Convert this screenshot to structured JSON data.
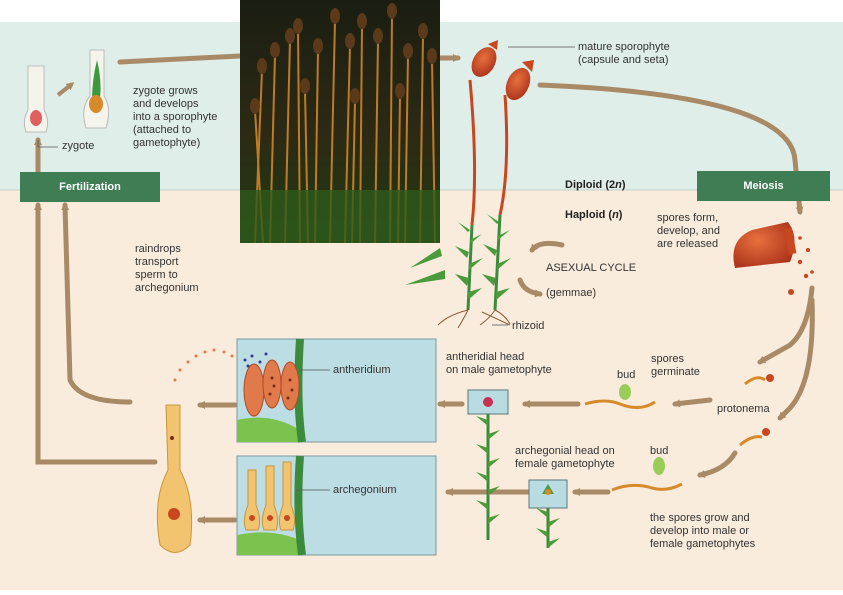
{
  "colors": {
    "diploid_bg": "#dfeee8",
    "haploid_bg": "#f9ecdc",
    "arrow": "#a88a66",
    "banner": "#3f7d55",
    "sporophyte_capsule": "#c8471f",
    "gametophyte_green": "#3c8a3c",
    "panel_blue": "#bcdde3"
  },
  "labels": {
    "fertilization": "Fertilization",
    "meiosis": "Meiosis",
    "diploid": "Diploid (2",
    "diploid_n": "n",
    "diploid_close": ")",
    "haploid": "Haploid (",
    "haploid_n": "n",
    "haploid_close": ")",
    "zygote": "zygote",
    "zygote_grows": "zygote grows\nand develops\ninto a sporophyte\n(attached to\ngametophyte)",
    "mature_sporophyte": "mature sporophyte\n(capsule and seta)",
    "spores_form": "spores form,\ndevelop, and\nare released",
    "asexual_cycle": "ASEXUAL CYCLE",
    "gemmae": "(gemmae)",
    "rhizoid": "rhizoid",
    "raindrops": "raindrops\ntransport\nsperm to\narchegonium",
    "antheridium": "antheridium",
    "antheridial_head": "antheridial head\non male gametophyte",
    "bud_top": "bud",
    "spores_germinate": "spores\ngerminate",
    "protonema": "protonema",
    "archegonial_head": "archegonial head on\nfemale gametophyte",
    "bud_bottom": "bud",
    "archegonium": "archegonium",
    "spores_grow": "the spores grow and\ndevelop into male or\nfemale gametophytes"
  },
  "icons": [
    "moss-photo",
    "zygote-icon",
    "sporophyte-icon",
    "capsule-icon",
    "protonema-icon",
    "gametophyte-icon",
    "antheridium-icon",
    "archegonium-icon"
  ]
}
